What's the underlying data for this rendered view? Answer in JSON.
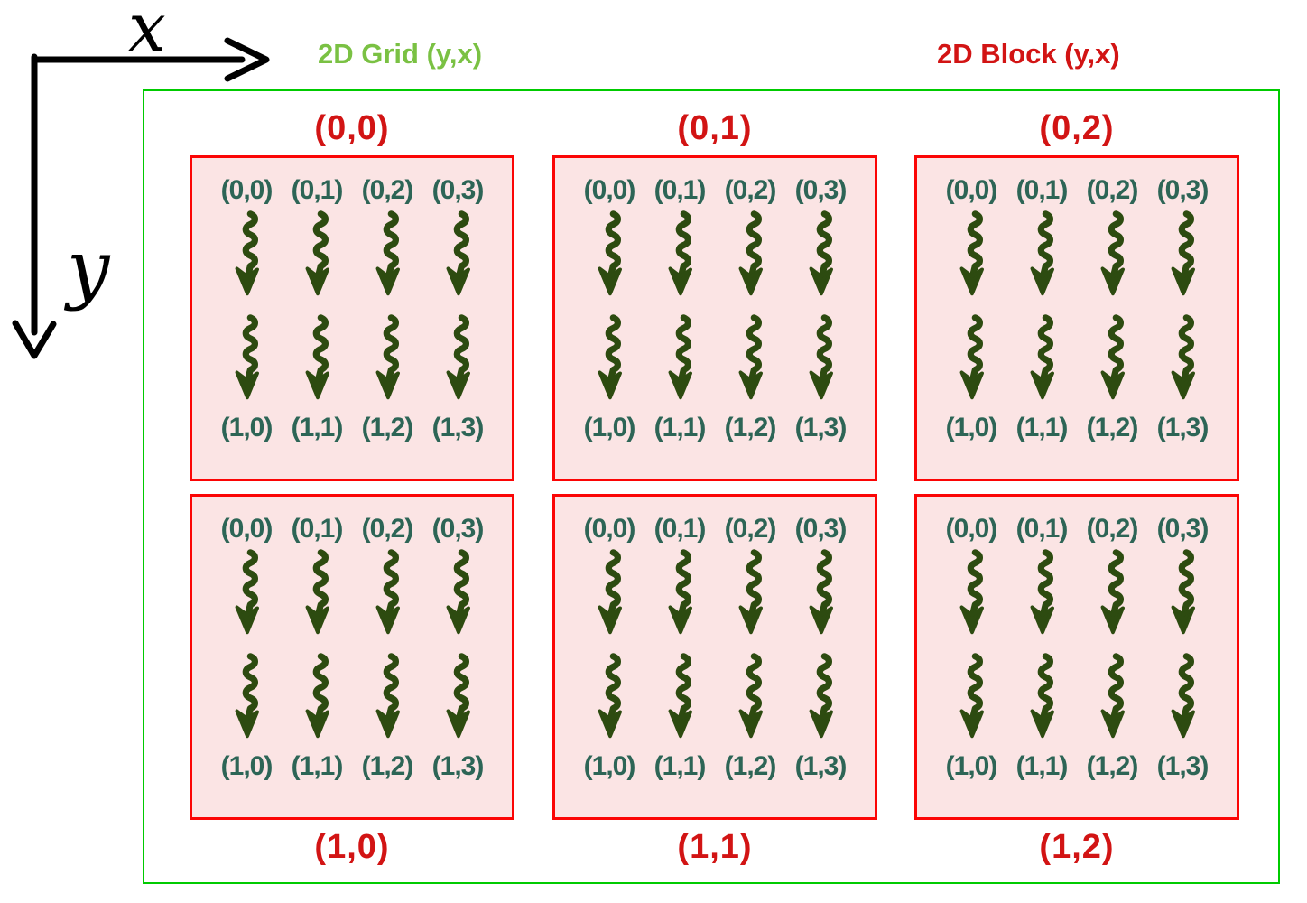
{
  "axis": {
    "x": "x",
    "y": "y"
  },
  "titles": {
    "grid": "2D Grid (y,x)",
    "block": "2D Block (y,x)"
  },
  "colors": {
    "axis": "#000000",
    "grid_border": "#00CB00",
    "grid_title": "#7AC143",
    "block_border": "#FB0505",
    "block_fill": "#FBE4E4",
    "block_label": "#D21414",
    "thread_label": "#2D6556",
    "arrow": "#2D4B10"
  },
  "threads": {
    "rows_per_block": 2,
    "cols_per_block": 4
  },
  "blocks": [
    {
      "label": "(0,0)",
      "label_side": "top",
      "top_threads": [
        "(0,0)",
        "(0,1)",
        "(0,2)",
        "(0,3)"
      ],
      "bottom_threads": [
        "(1,0)",
        "(1,1)",
        "(1,2)",
        "(1,3)"
      ]
    },
    {
      "label": "(0,1)",
      "label_side": "top",
      "top_threads": [
        "(0,0)",
        "(0,1)",
        "(0,2)",
        "(0,3)"
      ],
      "bottom_threads": [
        "(1,0)",
        "(1,1)",
        "(1,2)",
        "(1,3)"
      ]
    },
    {
      "label": "(0,2)",
      "label_side": "top",
      "top_threads": [
        "(0,0)",
        "(0,1)",
        "(0,2)",
        "(0,3)"
      ],
      "bottom_threads": [
        "(1,0)",
        "(1,1)",
        "(1,2)",
        "(1,3)"
      ]
    },
    {
      "label": "(1,0)",
      "label_side": "bottom",
      "top_threads": [
        "(0,0)",
        "(0,1)",
        "(0,2)",
        "(0,3)"
      ],
      "bottom_threads": [
        "(1,0)",
        "(1,1)",
        "(1,2)",
        "(1,3)"
      ]
    },
    {
      "label": "(1,1)",
      "label_side": "bottom",
      "top_threads": [
        "(0,0)",
        "(0,1)",
        "(0,2)",
        "(0,3)"
      ],
      "bottom_threads": [
        "(1,0)",
        "(1,1)",
        "(1,2)",
        "(1,3)"
      ]
    },
    {
      "label": "(1,2)",
      "label_side": "bottom",
      "top_threads": [
        "(0,0)",
        "(0,1)",
        "(0,2)",
        "(0,3)"
      ],
      "bottom_threads": [
        "(1,0)",
        "(1,1)",
        "(1,2)",
        "(1,3)"
      ]
    }
  ]
}
